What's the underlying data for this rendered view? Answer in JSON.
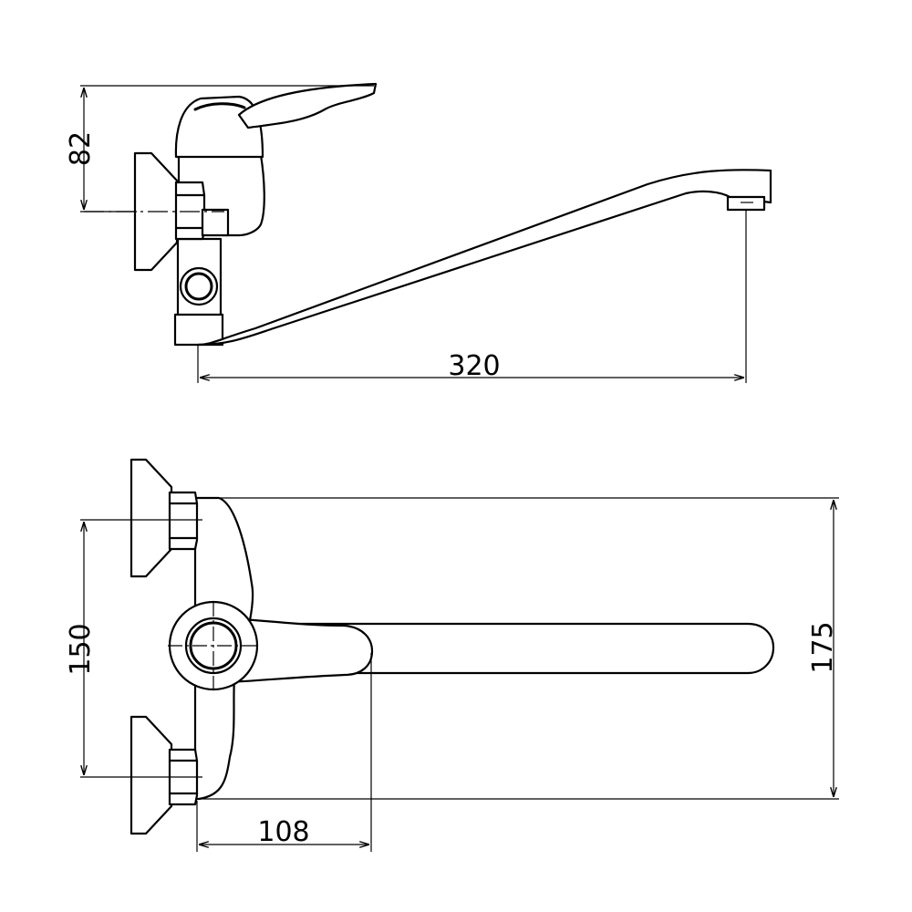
{
  "dimensions": {
    "handle_height": "82",
    "spout_reach_side": "320",
    "inlet_spacing": "150",
    "overall_width": "175",
    "handle_reach": "108"
  },
  "colors": {
    "line": "#000000",
    "background": "#ffffff"
  }
}
